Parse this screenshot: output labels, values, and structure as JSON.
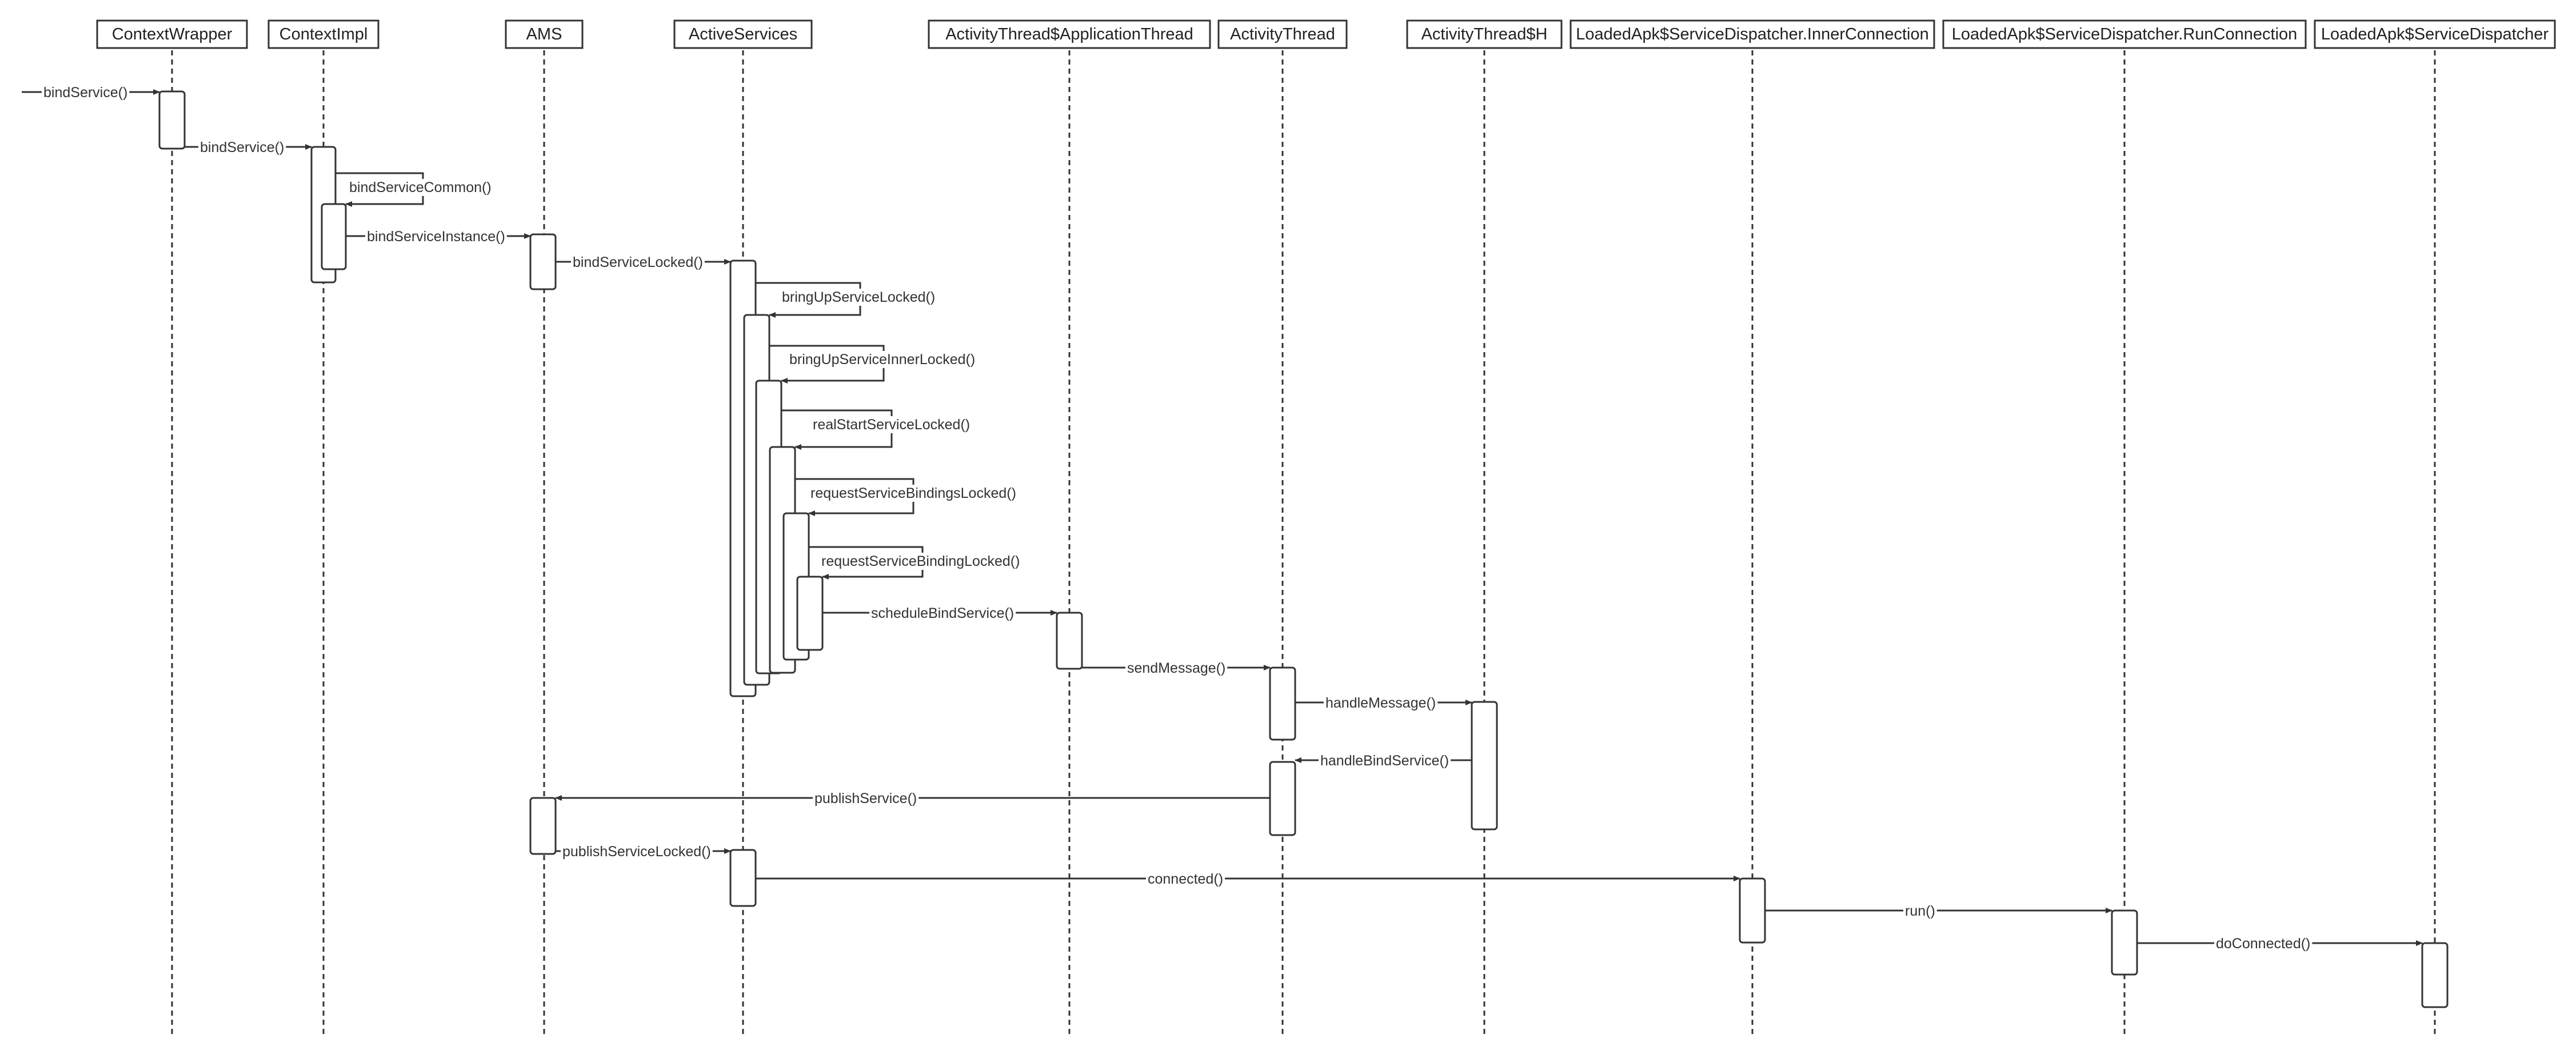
{
  "participants": [
    {
      "id": "contextwrapper",
      "label": "ContextWrapper"
    },
    {
      "id": "contextimpl",
      "label": "ContextImpl"
    },
    {
      "id": "ams",
      "label": "AMS"
    },
    {
      "id": "activeservices",
      "label": "ActiveServices"
    },
    {
      "id": "appthread",
      "label": "ActivityThread$ApplicationThread"
    },
    {
      "id": "activitythread",
      "label": "ActivityThread"
    },
    {
      "id": "activitythread-h",
      "label": "ActivityThread$H"
    },
    {
      "id": "innerconnection",
      "label": "LoadedApk$ServiceDispatcher.InnerConnection"
    },
    {
      "id": "runconnection",
      "label": "LoadedApk$ServiceDispatcher.RunConnection"
    },
    {
      "id": "servicedispatcher",
      "label": "LoadedApk$ServiceDispatcher"
    }
  ],
  "messages": [
    {
      "id": "m1",
      "label": "bindService()",
      "from": "external",
      "to": "contextwrapper"
    },
    {
      "id": "m2",
      "label": "bindService()",
      "from": "contextwrapper",
      "to": "contextimpl"
    },
    {
      "id": "m3",
      "label": "bindServiceCommon()",
      "from": "contextimpl",
      "to": "contextimpl"
    },
    {
      "id": "m4",
      "label": "bindServiceInstance()",
      "from": "contextimpl",
      "to": "ams"
    },
    {
      "id": "m5",
      "label": "bindServiceLocked()",
      "from": "ams",
      "to": "activeservices"
    },
    {
      "id": "m6",
      "label": "bringUpServiceLocked()",
      "from": "activeservices",
      "to": "activeservices"
    },
    {
      "id": "m7",
      "label": "bringUpServiceInnerLocked()",
      "from": "activeservices",
      "to": "activeservices"
    },
    {
      "id": "m8",
      "label": "realStartServiceLocked()",
      "from": "activeservices",
      "to": "activeservices"
    },
    {
      "id": "m9",
      "label": "requestServiceBindingsLocked()",
      "from": "activeservices",
      "to": "activeservices"
    },
    {
      "id": "m10",
      "label": "requestServiceBindingLocked()",
      "from": "activeservices",
      "to": "activeservices"
    },
    {
      "id": "m11",
      "label": "scheduleBindService()",
      "from": "activeservices",
      "to": "appthread"
    },
    {
      "id": "m12",
      "label": "sendMessage()",
      "from": "appthread",
      "to": "activitythread"
    },
    {
      "id": "m13",
      "label": "handleMessage()",
      "from": "activitythread",
      "to": "activitythread-h"
    },
    {
      "id": "m14",
      "label": "handleBindService()",
      "from": "activitythread-h",
      "to": "activitythread"
    },
    {
      "id": "m15",
      "label": "publishService()",
      "from": "activitythread",
      "to": "ams"
    },
    {
      "id": "m16",
      "label": "publishServiceLocked()",
      "from": "ams",
      "to": "activeservices"
    },
    {
      "id": "m17",
      "label": "connected()",
      "from": "activeservices",
      "to": "innerconnection"
    },
    {
      "id": "m18",
      "label": "run()",
      "from": "innerconnection",
      "to": "runconnection"
    },
    {
      "id": "m19",
      "label": "doConnected()",
      "from": "runconnection",
      "to": "servicedispatcher"
    }
  ]
}
